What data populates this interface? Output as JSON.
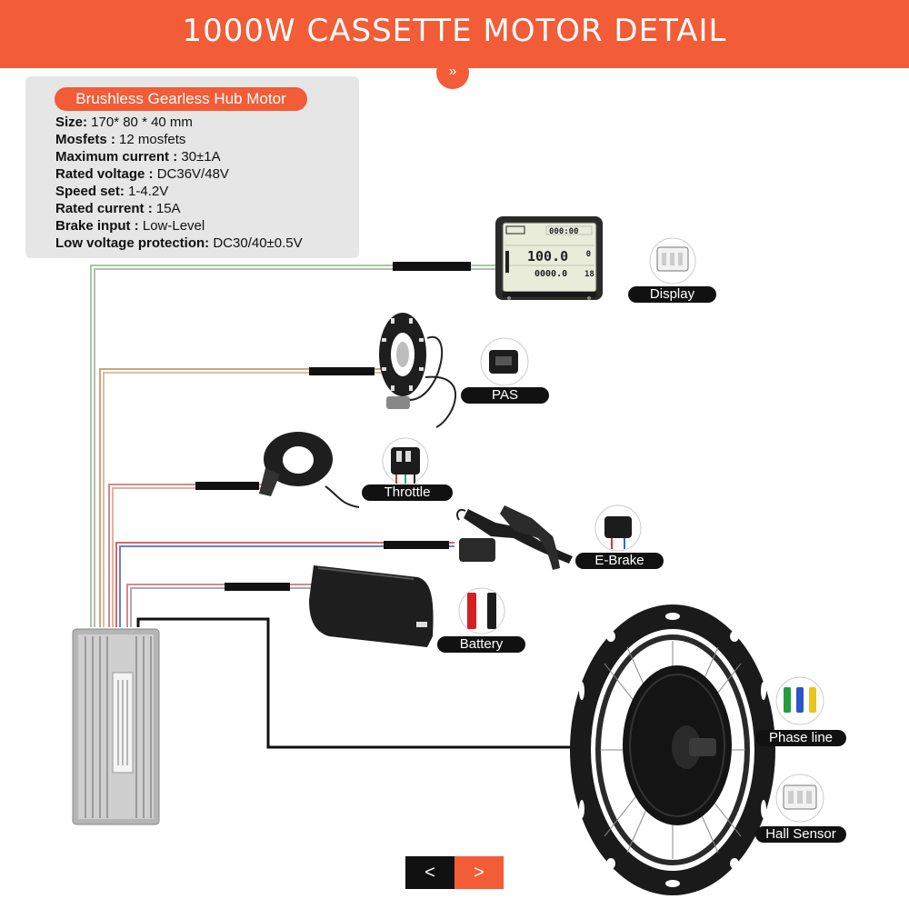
{
  "header": {
    "title": "1000W CASSETTE MOTOR  DETAIL",
    "chevron": "»"
  },
  "specs": {
    "heading": "Brushless Gearless Hub Motor",
    "items": [
      {
        "label": "Size:",
        "value": " 170* 80 * 40 mm"
      },
      {
        "label": "Mosfets :",
        "value": " 12 mosfets"
      },
      {
        "label": "Maximum current :",
        "value": " 30±1A"
      },
      {
        "label": "Rated voltage :",
        "value": " DC36V/48V"
      },
      {
        "label": "Speed set:",
        "value": " 1-4.2V"
      },
      {
        "label": "Rated current :",
        "value": " 15A"
      },
      {
        "label": "Brake input :",
        "value": " Low-Level"
      },
      {
        "label": "Low voltage protection:",
        "value": " DC30/40±0.5V"
      }
    ]
  },
  "components": {
    "display": "Display",
    "pas": "PAS",
    "throttle": "Throttle",
    "ebrake": "E-Brake",
    "battery": "Battery",
    "phase_line": "Phase line",
    "hall_sensor": "Hall Sensor"
  },
  "display_screen": {
    "time": "000:00",
    "speed": "100.0",
    "odo": "0000.0",
    "level": "0",
    "temp": "18"
  },
  "nav": {
    "prev": "<",
    "next": ">"
  },
  "colors": {
    "accent": "#f25c37",
    "tag_bg": "#111111",
    "panel_bg": "#e6e6e6"
  }
}
